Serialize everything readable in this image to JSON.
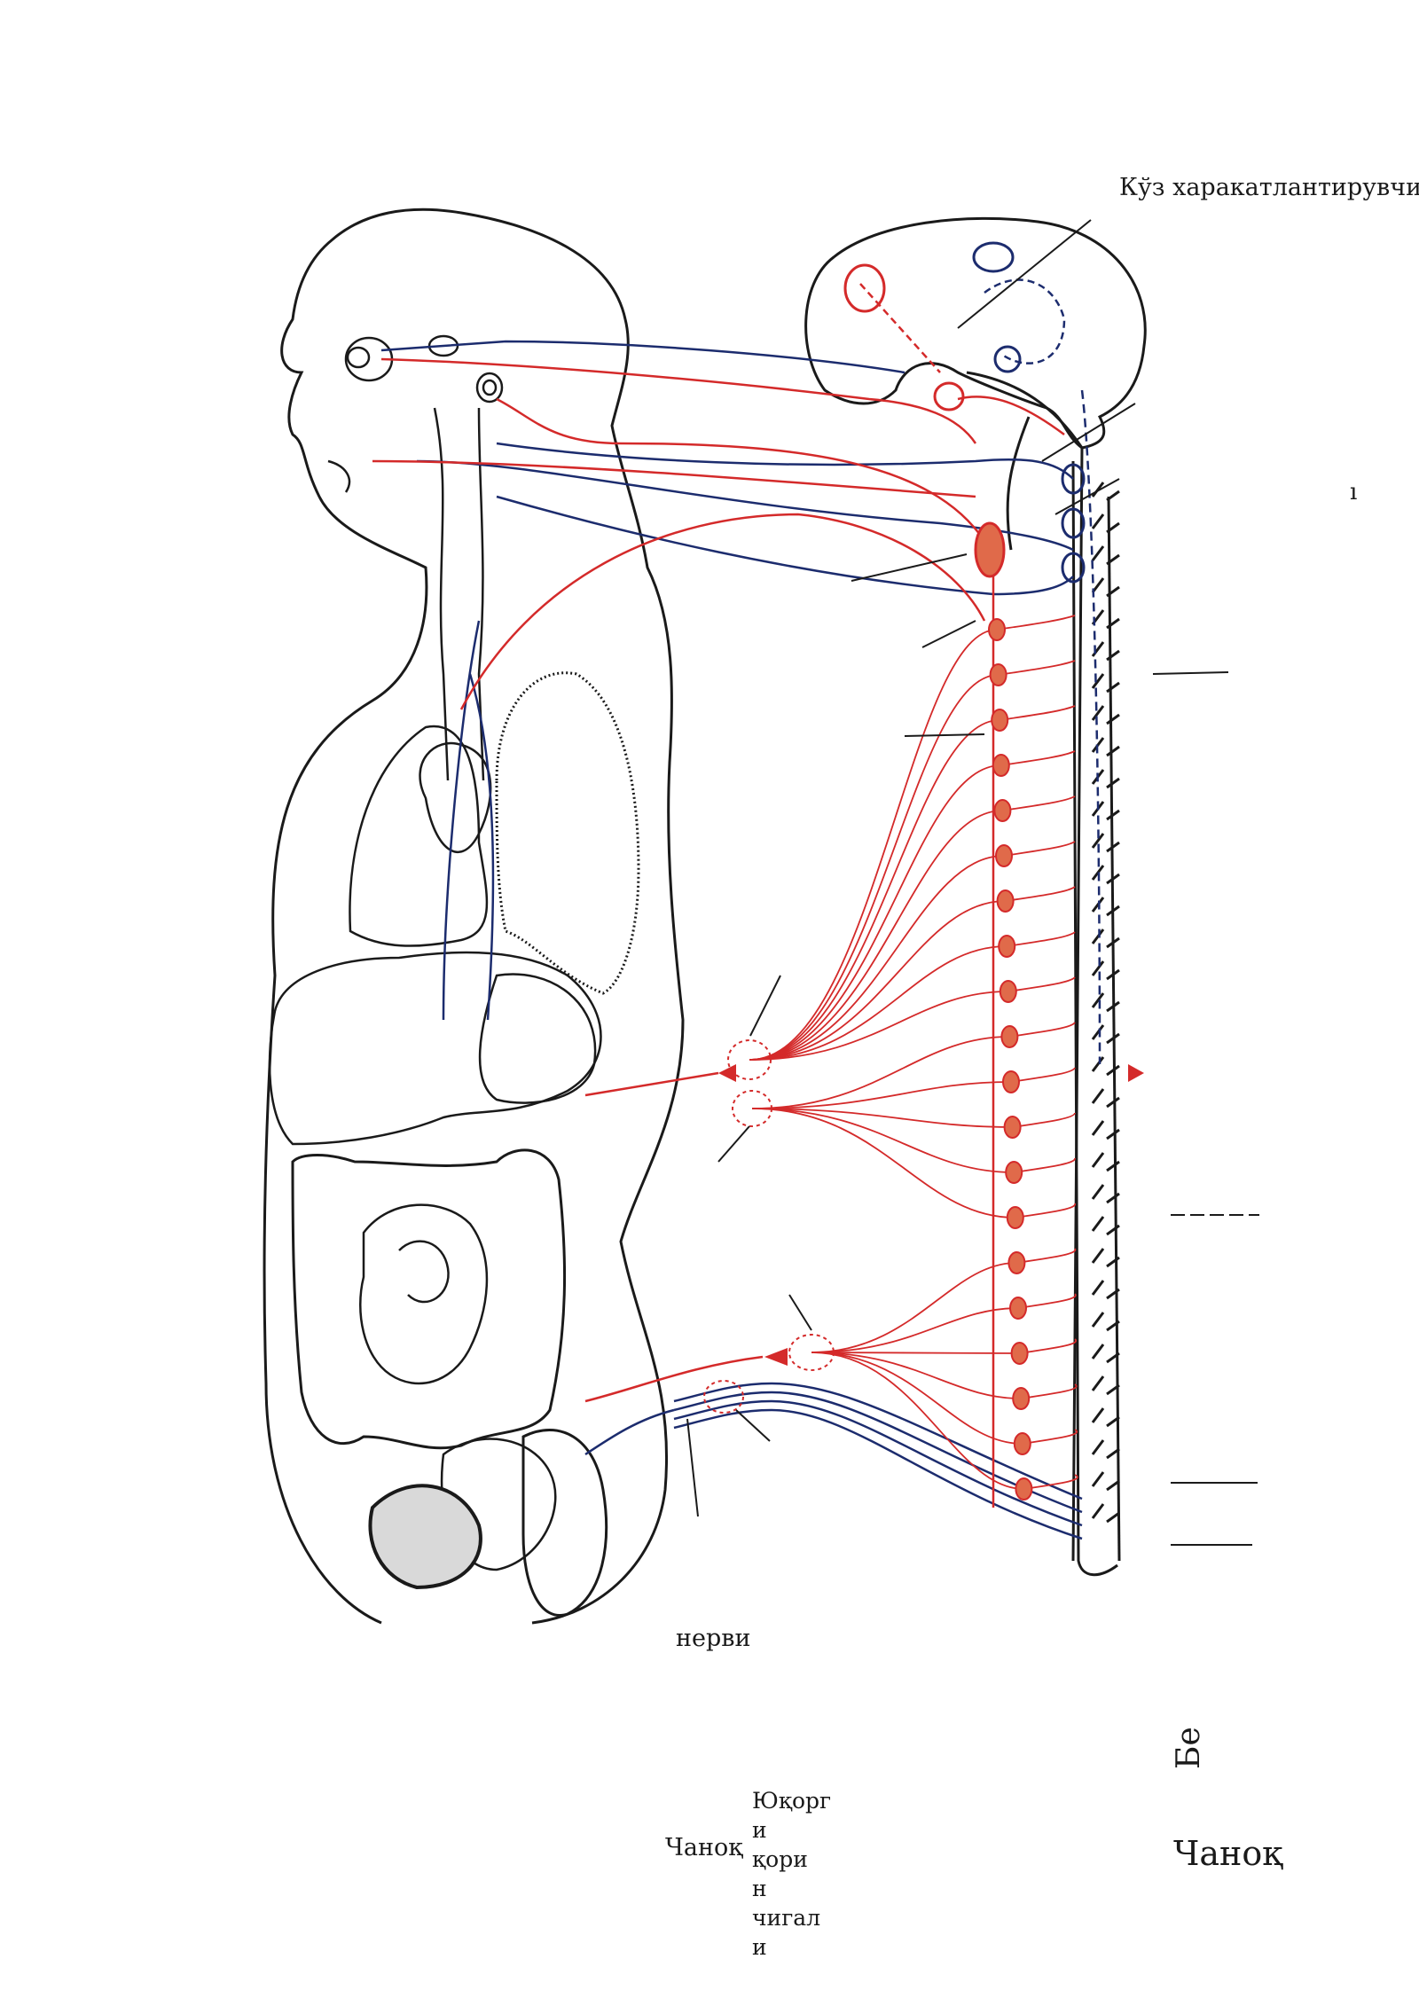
{
  "labels": {
    "top": "Кўз харакатлантирувчи",
    "i_mark": "ı",
    "nervi": "нерви",
    "be": "Бе",
    "chanok_small": "Чаноқ",
    "stack": [
      "Юқорг",
      "и",
      "қори",
      "н",
      "чигал",
      "и"
    ],
    "chanok_large": "Чаноқ"
  },
  "colors": {
    "sympathetic": "#d42a2a",
    "parasympathetic": "#1c2c6e",
    "outline": "#1a1a1a"
  }
}
